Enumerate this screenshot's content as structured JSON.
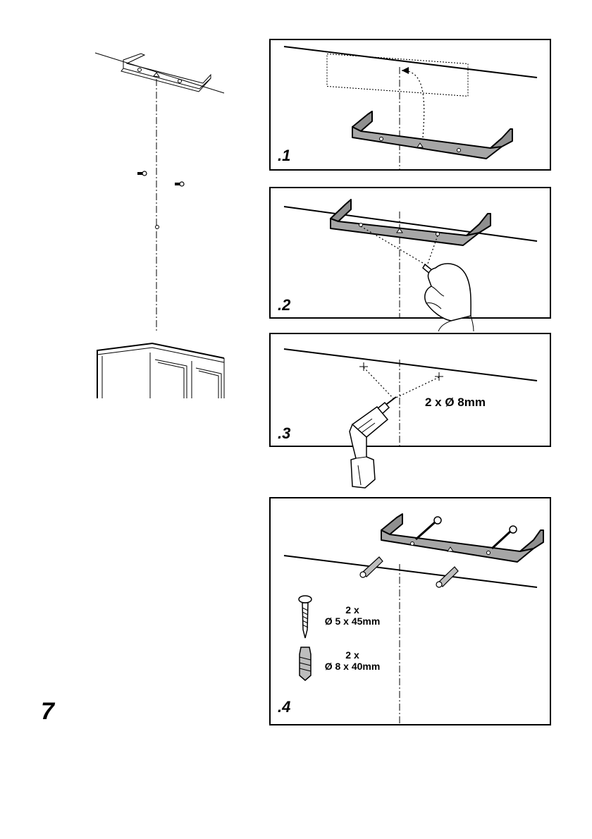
{
  "page_number": "7",
  "panels": [
    {
      "step": ".1"
    },
    {
      "step": ".2"
    },
    {
      "step": ".3",
      "drill_spec": "2 x Ø 8mm"
    },
    {
      "step": ".4",
      "screw_qty": "2 x",
      "screw_size": "Ø 5 x 45mm",
      "plug_qty": "2 x",
      "plug_size": "Ø 8 x 40mm"
    }
  ]
}
